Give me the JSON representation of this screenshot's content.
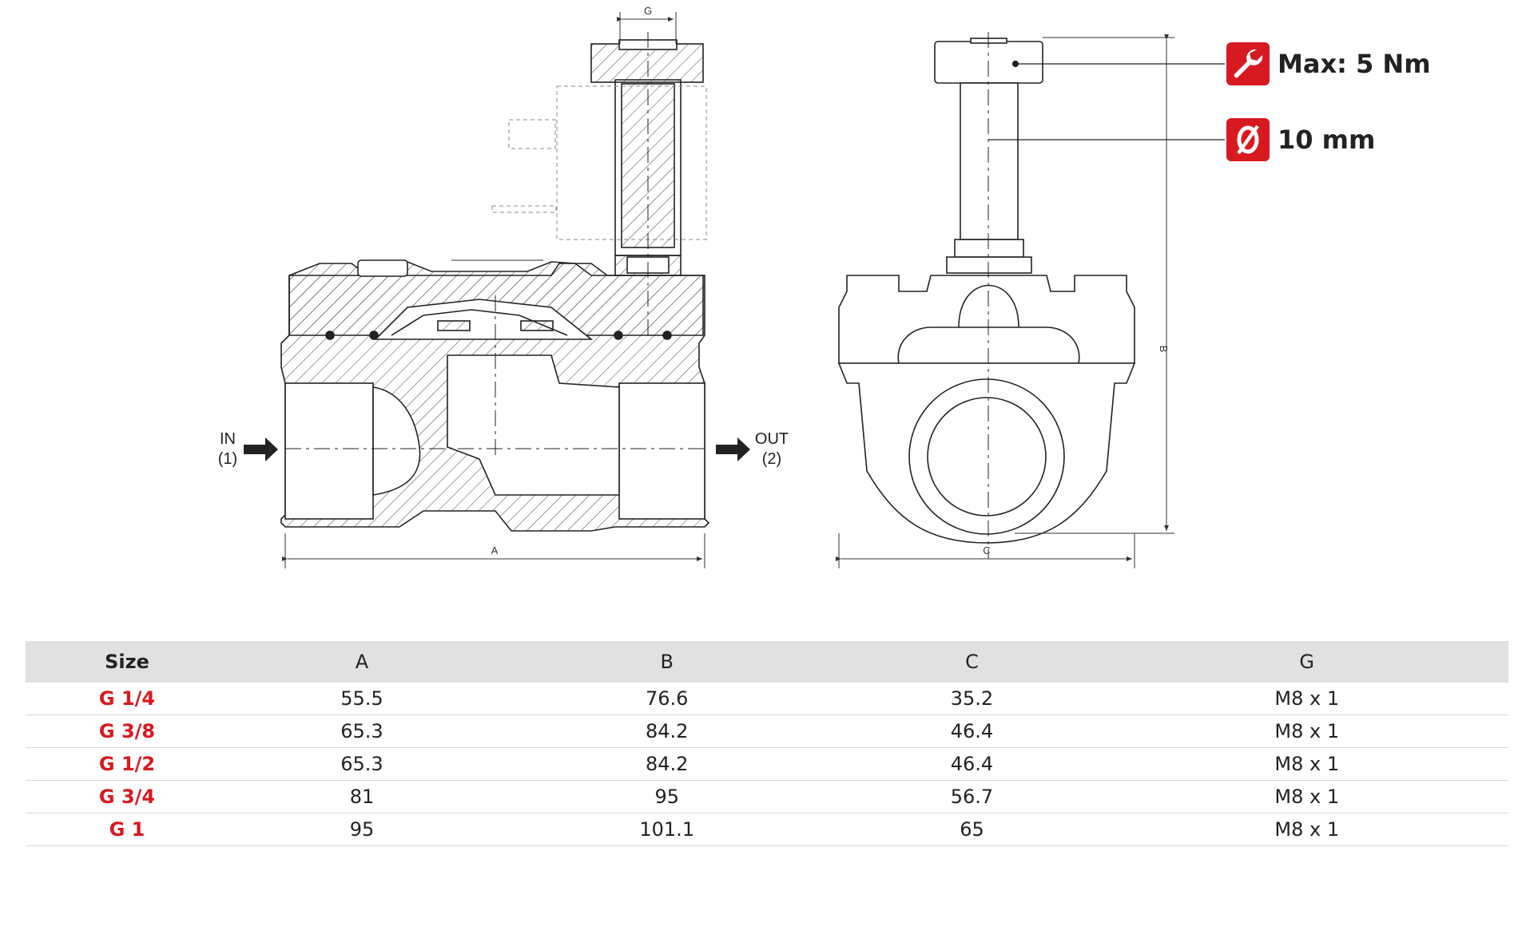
{
  "drawing": {
    "dim_labels": {
      "a": "A",
      "b": "B",
      "c": "C",
      "g": "G"
    },
    "inlet": {
      "label": "IN",
      "port": "(1)"
    },
    "outlet": {
      "label": "OUT",
      "port": "(2)"
    }
  },
  "callouts": [
    {
      "icon": "wrench-icon",
      "text": "Max: 5 Nm"
    },
    {
      "icon": "diameter-icon",
      "text": "10 mm"
    }
  ],
  "table": {
    "headers": [
      "Size",
      "A",
      "B",
      "C",
      "G"
    ],
    "rows": [
      [
        "G 1/4",
        "55.5",
        "76.6",
        "35.2",
        "M8 x 1"
      ],
      [
        "G 3/8",
        "65.3",
        "84.2",
        "46.4",
        "M8 x 1"
      ],
      [
        "G 1/2",
        "65.3",
        "84.2",
        "46.4",
        "M8 x 1"
      ],
      [
        "G 3/4",
        "81",
        "95",
        "56.7",
        "M8 x 1"
      ],
      [
        "G 1",
        "95",
        "101.1",
        "65",
        "M8 x 1"
      ]
    ]
  },
  "colors": {
    "accent": "#d71920",
    "line": "#222222",
    "header_bg": "#e1e1e1"
  }
}
